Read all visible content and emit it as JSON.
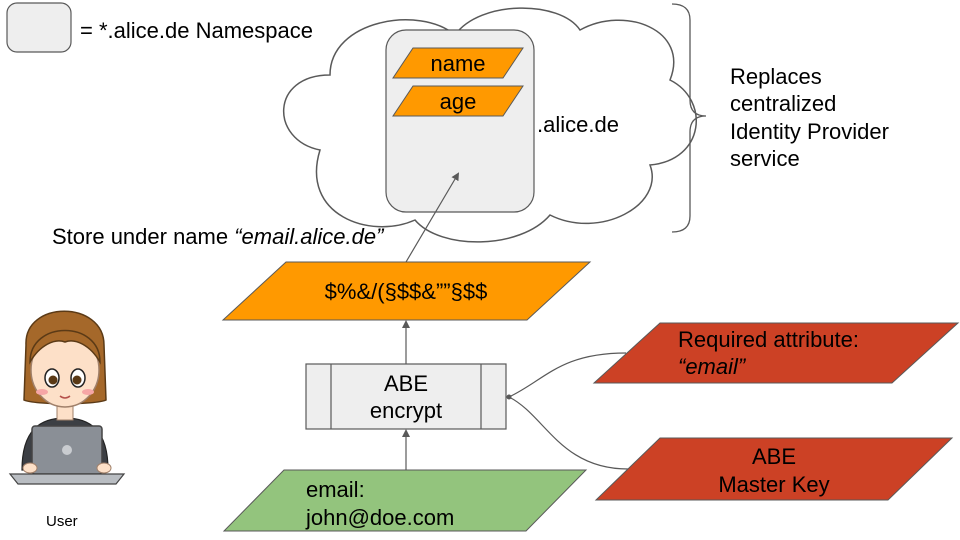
{
  "legend": {
    "text": "= *.alice.de Namespace"
  },
  "cloud": {
    "label": ".alice.de"
  },
  "records": {
    "name": "name",
    "age": "age"
  },
  "store_label": {
    "prefix": "Store under name ",
    "name": "“email.alice.de”"
  },
  "ciphertext": {
    "text": "$%&/(§$$&””§$$"
  },
  "abe_box": {
    "line1": "ABE",
    "line2": "encrypt"
  },
  "plaintext": {
    "line1": "email:",
    "line2": "john@doe.com"
  },
  "required_attr": {
    "line1": "Required attribute:",
    "line2": "“email”"
  },
  "master_key": {
    "line1": "ABE",
    "line2": "Master Key"
  },
  "replaces": {
    "lines": [
      "Replaces",
      "centralized",
      "Identity Provider",
      "service"
    ]
  },
  "user": {
    "label": "User"
  },
  "colors": {
    "orange": "#ff9900",
    "red": "#cc4125",
    "green": "#93c47d",
    "light_gray": "#eeeeee",
    "outline": "#595959",
    "skin": "#fde0c8",
    "hair": "#a5682a",
    "laptop": "#8a8f96"
  }
}
